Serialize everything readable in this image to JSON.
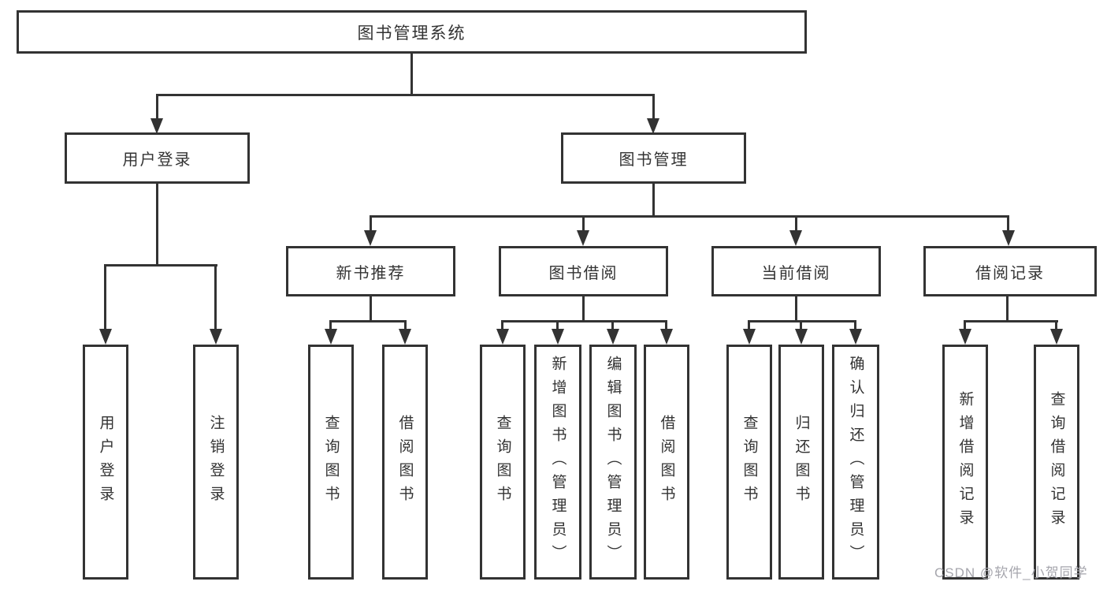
{
  "diagram": {
    "type": "hierarchy-tree",
    "tree": {
      "root": {
        "label": "图书管理系统",
        "children": [
          {
            "label": "用户登录",
            "children": [
              {
                "label": "用户登录"
              },
              {
                "label": "注销登录"
              }
            ]
          },
          {
            "label": "图书管理",
            "children": [
              {
                "label": "新书推荐",
                "children": [
                  {
                    "label": "查询图书"
                  },
                  {
                    "label": "借阅图书"
                  }
                ]
              },
              {
                "label": "图书借阅",
                "children": [
                  {
                    "label": "查询图书"
                  },
                  {
                    "label": "新增图书（管理员）"
                  },
                  {
                    "label": "编辑图书（管理员）"
                  },
                  {
                    "label": "借阅图书"
                  }
                ]
              },
              {
                "label": "当前借阅",
                "children": [
                  {
                    "label": "查询图书"
                  },
                  {
                    "label": "归还图书"
                  },
                  {
                    "label": "确认归还（管理员）"
                  }
                ]
              },
              {
                "label": "借阅记录",
                "children": [
                  {
                    "label": "新增借阅记录"
                  },
                  {
                    "label": "查询借阅记录"
                  }
                ]
              }
            ]
          }
        ]
      }
    }
  },
  "watermark": {
    "text": "CSDN @软件_小贺同学"
  },
  "colors": {
    "line": "#333333",
    "text": "#333333",
    "watermark": "#a6a6ad",
    "background": "#ffffff"
  }
}
